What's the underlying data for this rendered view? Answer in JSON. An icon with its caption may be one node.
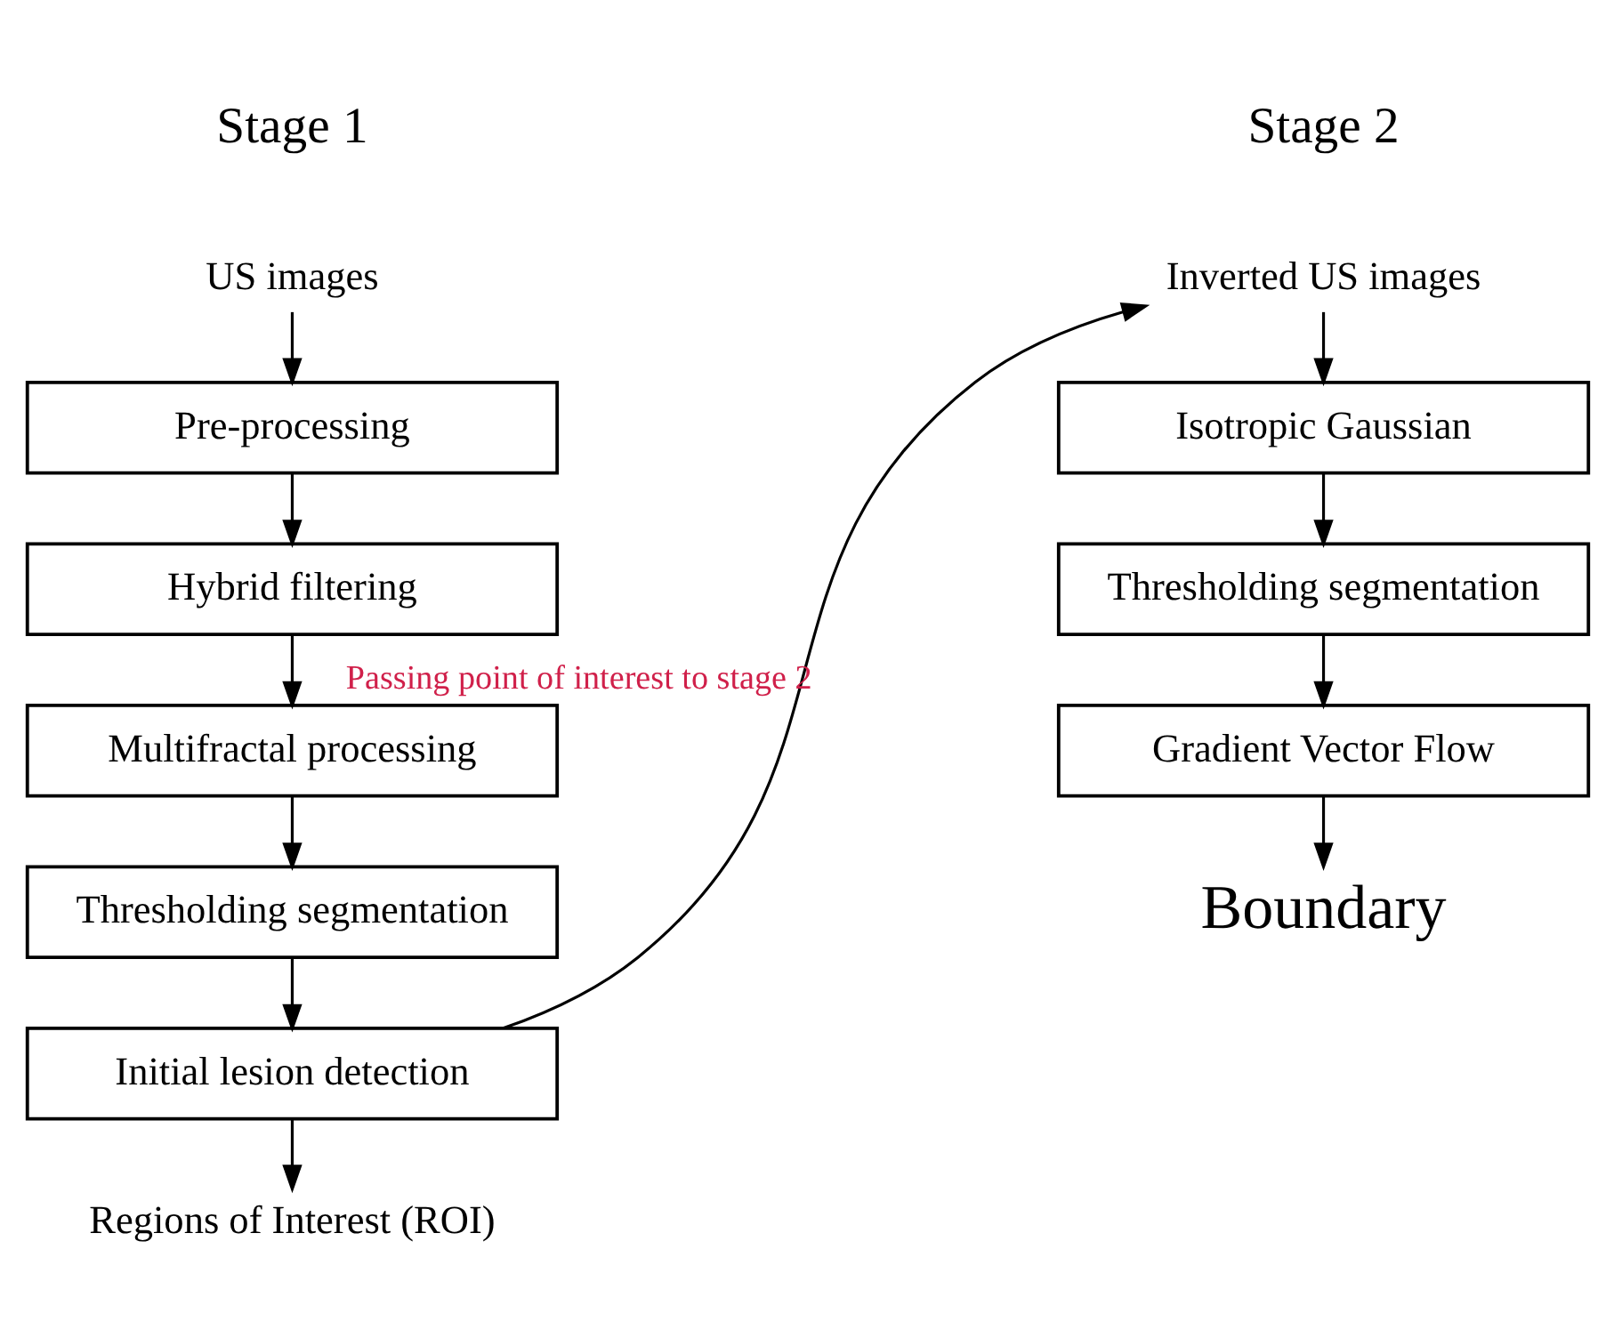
{
  "diagram": {
    "nodes": [
      {
        "text": [
          "US images"
        ]
      },
      {
        "text": [
          "Pre-processing"
        ]
      },
      {
        "text": [
          "Hybrid filtering"
        ]
      },
      {
        "text": [
          "Multifractal processing"
        ]
      },
      {
        "text": [
          "Thresholding segmentation"
        ]
      },
      {
        "text": [
          "Initial lesion detection"
        ]
      },
      {
        "text": [
          "Regions of Interest (ROI)"
        ]
      },
      {
        "text": [
          "Inverted US images"
        ]
      },
      {
        "text": [
          "Isotropic Gaussian"
        ]
      },
      {
        "text": [
          "Thresholding segmentation"
        ]
      },
      {
        "text": [
          "Gradient Vector Flow"
        ]
      },
      {
        "text": [
          "Boundary"
        ]
      }
    ],
    "edges": [
      {
        "from": 0,
        "to": 1,
        "arrow": "to"
      },
      {
        "from": 1,
        "to": 2,
        "arrow": "to"
      },
      {
        "from": 2,
        "to": 3,
        "arrow": "to"
      },
      {
        "from": 3,
        "to": 4,
        "arrow": "to"
      },
      {
        "from": 4,
        "to": 5,
        "arrow": "to"
      },
      {
        "from": 5,
        "to": 6,
        "arrow": "to"
      },
      {
        "from": 5,
        "to": 7,
        "arrow": "to",
        "label": "Passing point of interest to stage 2"
      },
      {
        "from": 7,
        "to": 8,
        "arrow": "to"
      },
      {
        "from": 8,
        "to": 9,
        "arrow": "to"
      },
      {
        "from": 9,
        "to": 10,
        "arrow": "to"
      },
      {
        "from": 10,
        "to": 11,
        "arrow": "to"
      }
    ],
    "labels": [
      "Stage 1",
      "Stage 2"
    ]
  }
}
